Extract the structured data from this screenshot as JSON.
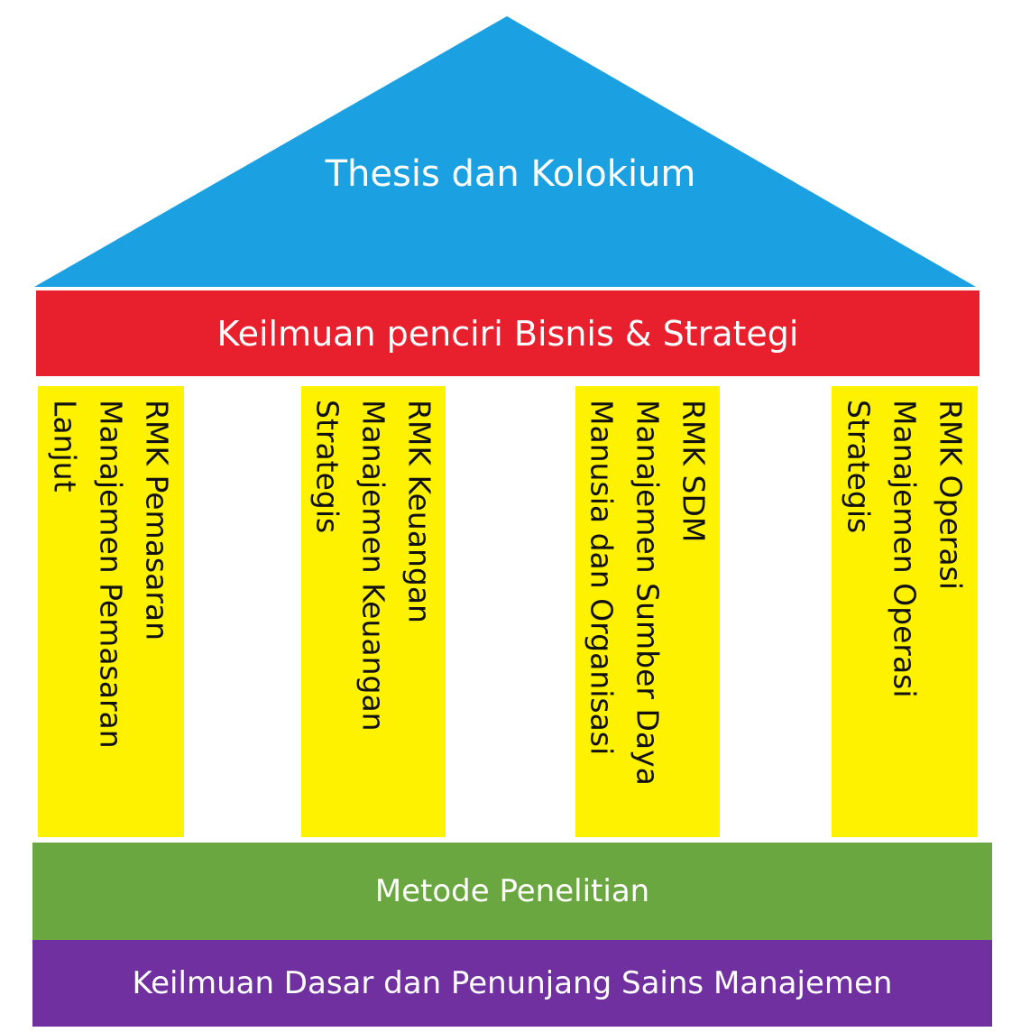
{
  "colors": {
    "roof": "#1ba1e2",
    "beam": "#e8202e",
    "pillar": "#fff200",
    "foundation": "#6aa741",
    "base": "#7030a0"
  },
  "roof": {
    "label": "Thesis dan Kolokium"
  },
  "beam": {
    "label": "Keilmuan penciri Bisnis & Strategi"
  },
  "pillars": [
    {
      "lines": [
        "RMK Pemasaran",
        "Manajemen Pemasaran",
        "Lanjut"
      ]
    },
    {
      "lines": [
        "RMK Keuangan",
        "Manajemen Keuangan",
        "Strategis"
      ]
    },
    {
      "lines": [
        "RMK SDM",
        "Manajemen Sumber Daya",
        "Manusia dan Organisasi"
      ]
    },
    {
      "lines": [
        "RMK Operasi",
        "Manajemen Operasi",
        "Strategis"
      ]
    }
  ],
  "foundation": {
    "label": "Metode Penelitian"
  },
  "base": {
    "label": "Keilmuan Dasar dan Penunjang Sains Manajemen"
  }
}
